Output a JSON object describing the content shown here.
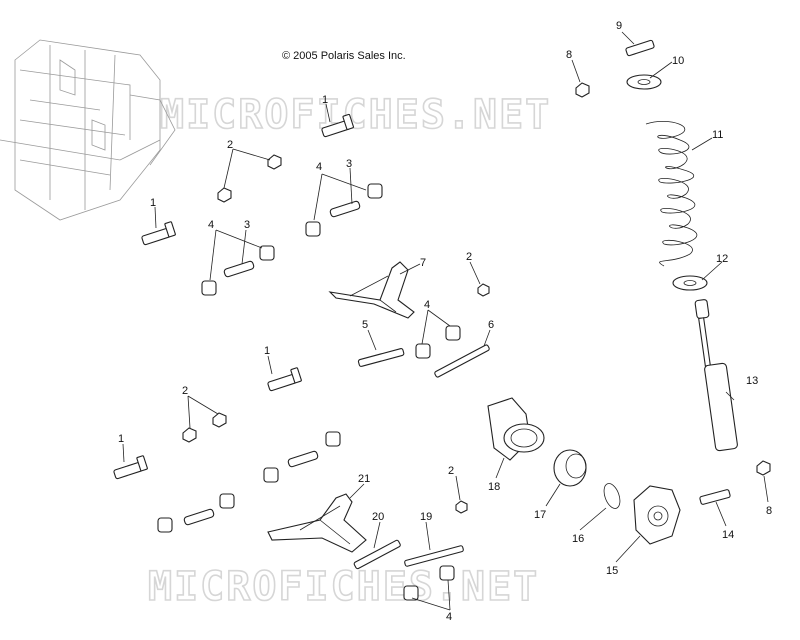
{
  "copyright": "© 2005 Polaris Sales Inc.",
  "watermark": "MICROFICHES.NET",
  "callouts": [
    "1",
    "2",
    "3",
    "4",
    "5",
    "6",
    "7",
    "8",
    "9",
    "10",
    "11",
    "12",
    "13",
    "14",
    "15",
    "16",
    "17",
    "18",
    "19",
    "20",
    "21"
  ]
}
